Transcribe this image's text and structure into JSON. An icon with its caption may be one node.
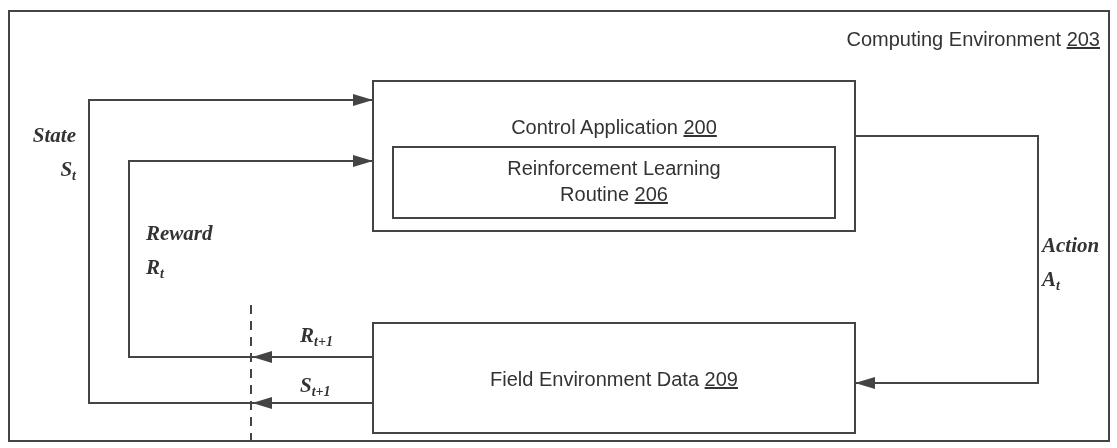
{
  "diagram": {
    "nodes": [
      {
        "text": [
          "Computing Environment 203"
        ]
      },
      {
        "text": [
          "Control Application 200"
        ],
        "in": 0
      },
      {
        "text": [
          "Reinforcement Learning Routine 206"
        ],
        "in": 1
      },
      {
        "text": [
          "Field Environment Data 209"
        ],
        "in": 0
      }
    ],
    "edges": [
      {
        "from": 3,
        "to": 1,
        "arrow": "to",
        "label": "S$_{t+1}$"
      },
      {
        "from": 3,
        "to": 1,
        "arrow": "to",
        "label": "R$_{t+1}$"
      },
      {
        "from": 1,
        "to": 3,
        "arrow": "to",
        "label": "Action A$_{t}$"
      }
    ],
    "labels": [
      "State S$_{t}$",
      "Reward R$_{t}$"
    ]
  }
}
